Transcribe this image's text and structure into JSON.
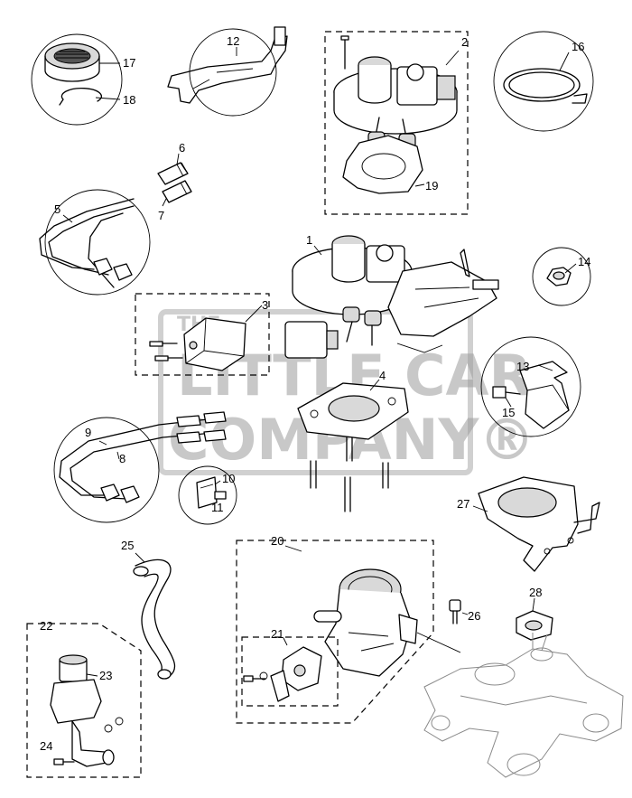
{
  "watermark": {
    "line1": "THE",
    "line2": "LITTLE CAR",
    "line3": "COMPANY®"
  },
  "callouts": [
    {
      "id": "c1",
      "label": "1"
    },
    {
      "id": "c2",
      "label": "2"
    },
    {
      "id": "c3",
      "label": "3"
    },
    {
      "id": "c4",
      "label": "4"
    },
    {
      "id": "c5",
      "label": "5"
    },
    {
      "id": "c6",
      "label": "6"
    },
    {
      "id": "c7",
      "label": "7"
    },
    {
      "id": "c8",
      "label": "8"
    },
    {
      "id": "c9",
      "label": "9"
    },
    {
      "id": "c10",
      "label": "10"
    },
    {
      "id": "c11",
      "label": "11"
    },
    {
      "id": "c12",
      "label": "12"
    },
    {
      "id": "c13",
      "label": "13"
    },
    {
      "id": "c14",
      "label": "14"
    },
    {
      "id": "c15",
      "label": "15"
    },
    {
      "id": "c16",
      "label": "16"
    },
    {
      "id": "c17",
      "label": "17"
    },
    {
      "id": "c18",
      "label": "18"
    },
    {
      "id": "c19",
      "label": "19"
    },
    {
      "id": "c20",
      "label": "20"
    },
    {
      "id": "c21",
      "label": "21"
    },
    {
      "id": "c22",
      "label": "22"
    },
    {
      "id": "c23",
      "label": "23"
    },
    {
      "id": "c24",
      "label": "24"
    },
    {
      "id": "c25",
      "label": "25"
    },
    {
      "id": "c26",
      "label": "26"
    },
    {
      "id": "c27",
      "label": "27"
    },
    {
      "id": "c28",
      "label": "28"
    }
  ]
}
